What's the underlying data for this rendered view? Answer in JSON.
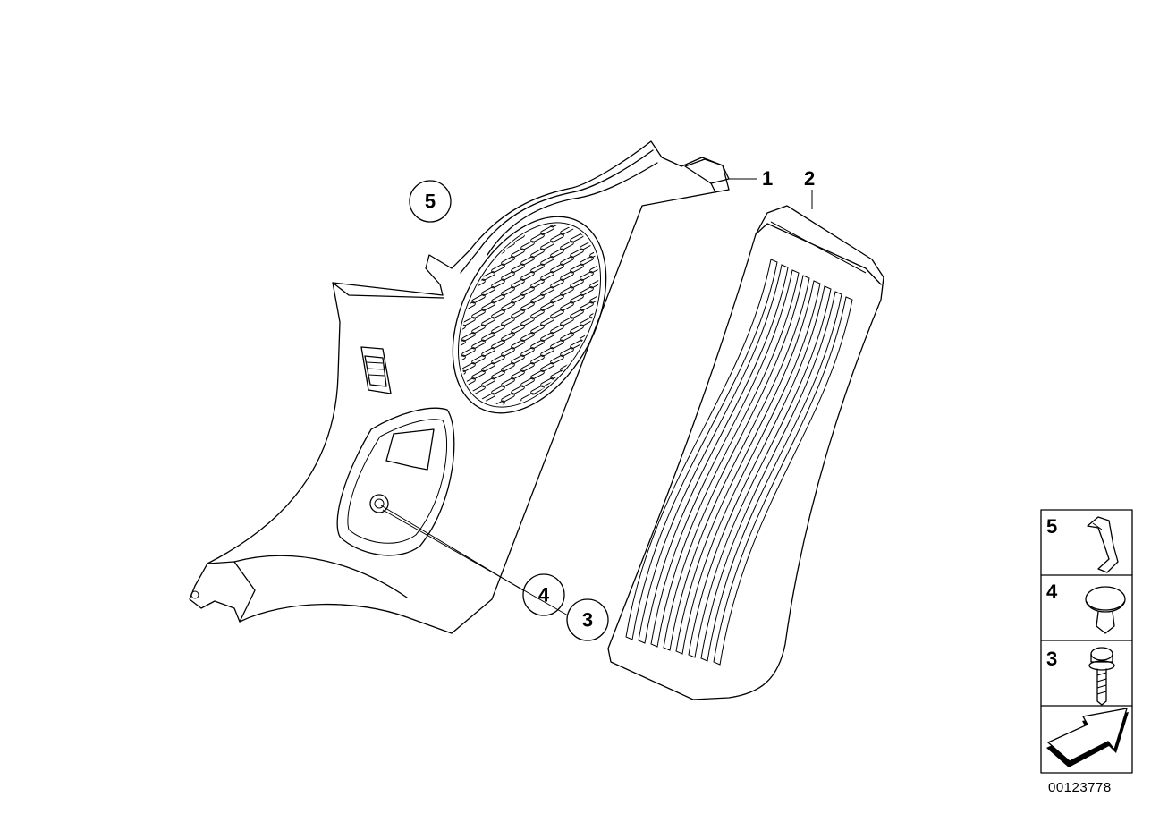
{
  "callouts": {
    "part_1": "1",
    "part_2": "2",
    "part_3": "3",
    "part_4": "4",
    "part_5": "5"
  },
  "legend": {
    "items": [
      {
        "number": "5",
        "icon": "clip-icon"
      },
      {
        "number": "4",
        "icon": "push-rivet-icon"
      },
      {
        "number": "3",
        "icon": "screw-icon"
      },
      {
        "number": "",
        "icon": "direction-arrow-icon"
      }
    ]
  },
  "diagram_id": "00123778",
  "colors": {
    "line": "#000000",
    "background": "#ffffff"
  }
}
